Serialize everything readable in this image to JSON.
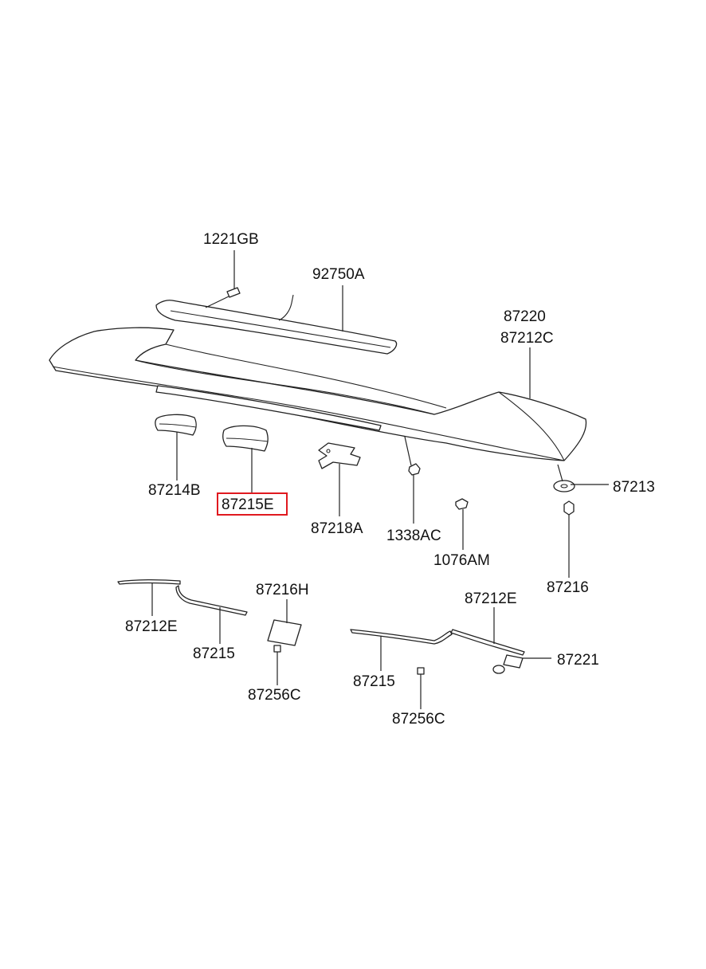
{
  "colors": {
    "line": "#222222",
    "highlight": "#e0191f",
    "background": "#ffffff"
  },
  "labels": {
    "p1221GB": "1221GB",
    "p92750A": "92750A",
    "p87220": "87220",
    "p87212C": "87212C",
    "p87214B": "87214B",
    "p87215E": "87215E",
    "p87218A": "87218A",
    "p1338AC": "1338AC",
    "p1076AM": "1076AM",
    "p87213": "87213",
    "p87216": "87216",
    "p87212E_left": "87212E",
    "p87215_left": "87215",
    "p87216H": "87216H",
    "p87256C_left": "87256C",
    "p87215_right": "87215",
    "p87256C_right": "87256C",
    "p87212E_right": "87212E",
    "p87221": "87221"
  },
  "highlighted_part": "87215E"
}
